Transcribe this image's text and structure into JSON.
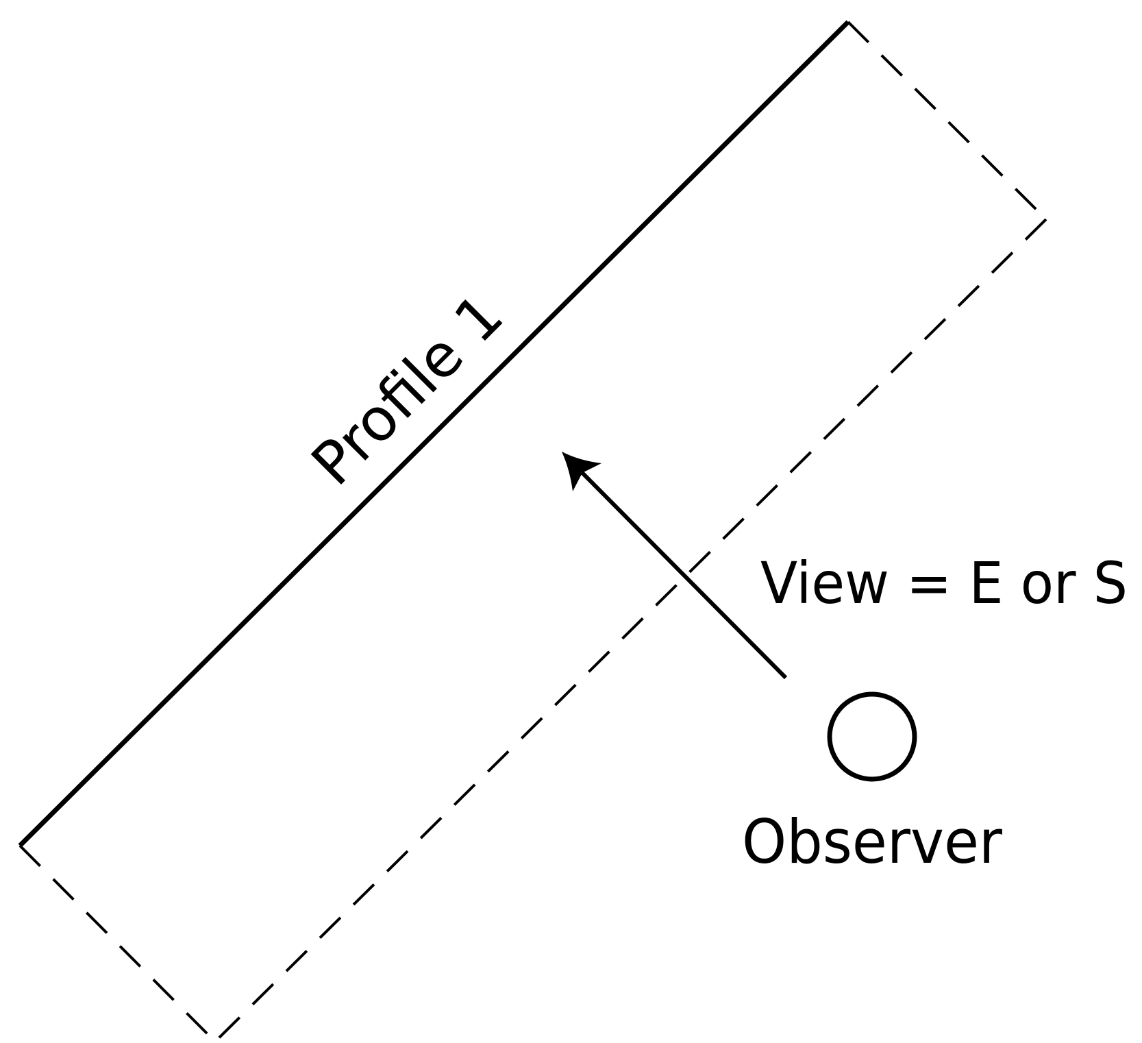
{
  "labels": {
    "profile": "Profile 1",
    "view": "View = E or S",
    "observer": "Observer"
  },
  "icons": {
    "observer": "circle-icon",
    "view_direction": "arrow-icon"
  },
  "colors": {
    "stroke": "#000000",
    "background": "#ffffff"
  }
}
